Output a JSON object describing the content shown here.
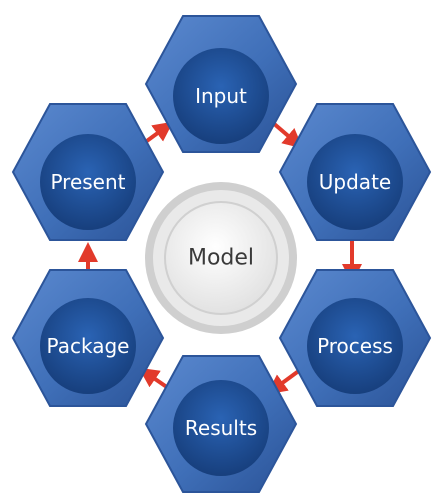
{
  "diagram": {
    "center": {
      "label": "Model"
    },
    "nodes": [
      {
        "id": "input",
        "label": "Input"
      },
      {
        "id": "update",
        "label": "Update"
      },
      {
        "id": "process",
        "label": "Process"
      },
      {
        "id": "results",
        "label": "Results"
      },
      {
        "id": "package",
        "label": "Package"
      },
      {
        "id": "present",
        "label": "Present"
      }
    ],
    "cycle_order": [
      "input",
      "update",
      "process",
      "results",
      "package",
      "present"
    ],
    "colors": {
      "hexagon_fill": "#3f6fb8",
      "hexagon_dark": "#2c559a",
      "circle_fill": "#1f4f97",
      "arrow": "#e23a2b",
      "center_outer": "#d7d7d7",
      "center_inner": "#efefef",
      "text": "#ffffff"
    }
  }
}
